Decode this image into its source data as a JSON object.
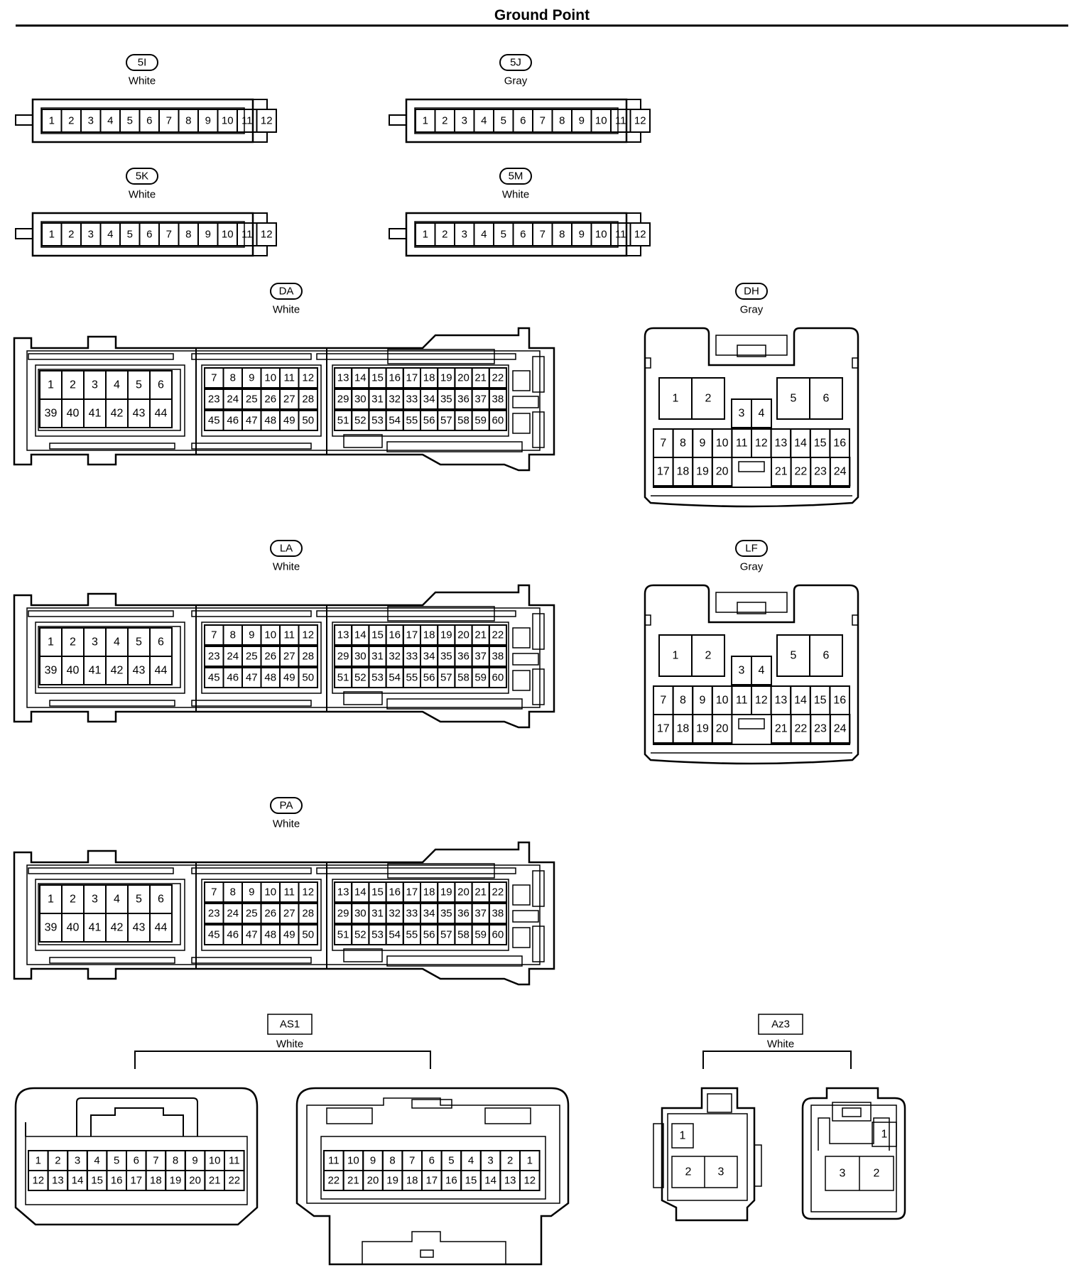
{
  "page_title": "Ground Point",
  "connectors": [
    {
      "id": "5I",
      "color": "White",
      "style": "oval",
      "type": "row12"
    },
    {
      "id": "5J",
      "color": "Gray",
      "style": "oval",
      "type": "row12"
    },
    {
      "id": "5K",
      "color": "White",
      "style": "oval",
      "type": "row12"
    },
    {
      "id": "5M",
      "color": "White",
      "style": "oval",
      "type": "row12"
    },
    {
      "id": "DA",
      "color": "White",
      "style": "oval",
      "type": "ecu60"
    },
    {
      "id": "DH",
      "color": "Gray",
      "style": "oval",
      "type": "conn24"
    },
    {
      "id": "LA",
      "color": "White",
      "style": "oval",
      "type": "ecu60"
    },
    {
      "id": "LF",
      "color": "Gray",
      "style": "oval",
      "type": "conn24"
    },
    {
      "id": "PA",
      "color": "White",
      "style": "oval",
      "type": "ecu60"
    },
    {
      "id": "AS1",
      "color": "White",
      "style": "box",
      "type": "pair22"
    },
    {
      "id": "Az3",
      "color": "White",
      "style": "box",
      "type": "pair3"
    }
  ],
  "layouts": {
    "row12": [
      [
        "1",
        "2",
        "3",
        "4",
        "5",
        "6",
        "7",
        "8",
        "9",
        "10",
        "11",
        "12"
      ]
    ],
    "ecu60": {
      "left": [
        [
          "1",
          "2",
          "3",
          "4",
          "5",
          "6"
        ],
        [
          "39",
          "40",
          "41",
          "42",
          "43",
          "44"
        ]
      ],
      "middle": [
        [
          "7",
          "8",
          "9",
          "10",
          "11",
          "12"
        ],
        [
          "23",
          "24",
          "25",
          "26",
          "27",
          "28"
        ],
        [
          "45",
          "46",
          "47",
          "48",
          "49",
          "50"
        ]
      ],
      "right": [
        [
          "13",
          "14",
          "15",
          "16",
          "17",
          "18",
          "19",
          "20",
          "21",
          "22"
        ],
        [
          "29",
          "30",
          "31",
          "32",
          "33",
          "34",
          "35",
          "36",
          "37",
          "38"
        ],
        [
          "51",
          "52",
          "53",
          "54",
          "55",
          "56",
          "57",
          "58",
          "59",
          "60"
        ]
      ]
    },
    "conn24": {
      "upper_left": [
        "1",
        "2"
      ],
      "upper_right": [
        "5",
        "6"
      ],
      "center": [
        "3",
        "4"
      ],
      "row_a": [
        "7",
        "8",
        "9",
        "10",
        "11",
        "12",
        "13",
        "14",
        "15",
        "16"
      ],
      "row_b_left": [
        "17",
        "18",
        "19",
        "20"
      ],
      "row_b_right": [
        "21",
        "22",
        "23",
        "24"
      ]
    },
    "pair22": {
      "male": [
        [
          "1",
          "2",
          "3",
          "4",
          "5",
          "6",
          "7",
          "8",
          "9",
          "10",
          "11"
        ],
        [
          "12",
          "13",
          "14",
          "15",
          "16",
          "17",
          "18",
          "19",
          "20",
          "21",
          "22"
        ]
      ],
      "female": [
        [
          "11",
          "10",
          "9",
          "8",
          "7",
          "6",
          "5",
          "4",
          "3",
          "2",
          "1"
        ],
        [
          "22",
          "21",
          "20",
          "19",
          "18",
          "17",
          "16",
          "15",
          "14",
          "13",
          "12"
        ]
      ]
    },
    "pair3": {
      "male": {
        "top": "1",
        "bottom": [
          "2",
          "3"
        ]
      },
      "female": {
        "top": "1",
        "bottom": [
          "3",
          "2"
        ]
      }
    }
  }
}
